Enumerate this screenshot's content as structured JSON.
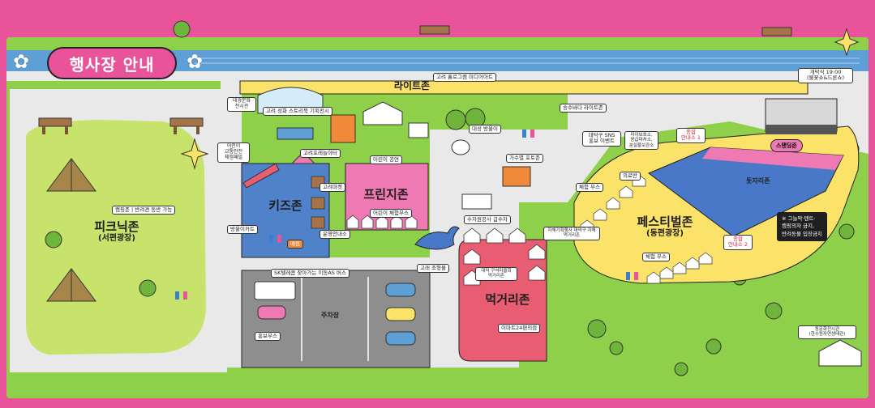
{
  "title": "행사장 안내",
  "colors": {
    "frame": "#e8539a",
    "grass": "#8fd04a",
    "picnic_lawn": "#c8e36b",
    "river": "#5e9fd6",
    "road": "#e9e9e9",
    "parking": "#8e8e8e",
    "kids_zone": "#4f82c9",
    "fringe_zone": "#ef79b3",
    "food_zone": "#e85d72",
    "festival_lawn": "#fbe36a",
    "stage_field": "#4a78c8",
    "standing_zone": "#ef79b3",
    "light_zone": "#fbe36a"
  },
  "zones": {
    "picnic": {
      "name": "피크닉존",
      "sub": "(서편광장)"
    },
    "kids": {
      "name": "키즈존"
    },
    "fringe": {
      "name": "프린지존"
    },
    "food": {
      "name": "먹거리존"
    },
    "festival": {
      "name": "페스티벌존",
      "sub": "(동편광장)"
    },
    "light": {
      "name": "라이트존"
    },
    "tosari": {
      "name": "돗자리존"
    },
    "standing": {
      "name": "스탠딩존"
    },
    "parking": {
      "name": "주차장"
    }
  },
  "tags": {
    "camping_pet": "캠핑존 | 반려견 동반 가능",
    "goryeo_hologram": "고려 홀로그램 미디어아트",
    "goryeo_storybook": "고려 성화 스토리북 기획전시",
    "daegyeong_hall": "대경문화\n전시관",
    "child_traffic": "어린이\n교통안전\n체험패밀",
    "goryeo_tabletop": "고려포레놀이터",
    "kids_performance": "어린이 공연",
    "goryeo_market": "고려마켓",
    "kids_experience": "어린이 체험부스",
    "operation_info": "운영안내소",
    "stamp_carts": "방울이카트",
    "daeseong_mascot": "대성 방울이",
    "singer_photo": "가수별 포토존",
    "water_truck": "수자원공사 급수차",
    "goryeo_whale": "고래 조형물",
    "sk_bus": "SK텔레콤 찾아가는 이동AS 버스",
    "promo_booth": "홍보부스",
    "daedeok_sns": "대덕구 SNS\n홍보 이벤트",
    "experience_booth_1": "체험 부스",
    "experience_booth_2": "체험 부스",
    "medical": "의료반",
    "emergency_info": "미아보호소,\n응급대처소,\n분실물보관소",
    "general_info_1": "종합\n안내소 1",
    "general_info_2": "종합\n안내소 2",
    "opening": "개막식 19:00\n(불꽃쇼&드론쇼)",
    "notice": "※ 그늘막·텐트·\n캠핑의자 금지,\n반려동물 입장금지",
    "food_tags_top": "자체기획행사 대덕구 자체\n먹거리존",
    "food_inner": "대덕 구석마을회\n먹거리존",
    "emart": "이마트24편의점",
    "hanbit_tower": "동문화전시관\n(한수원자연생태관)",
    "light_tag_1": "송수바다 라이트존",
    "booth_label": "매점"
  }
}
